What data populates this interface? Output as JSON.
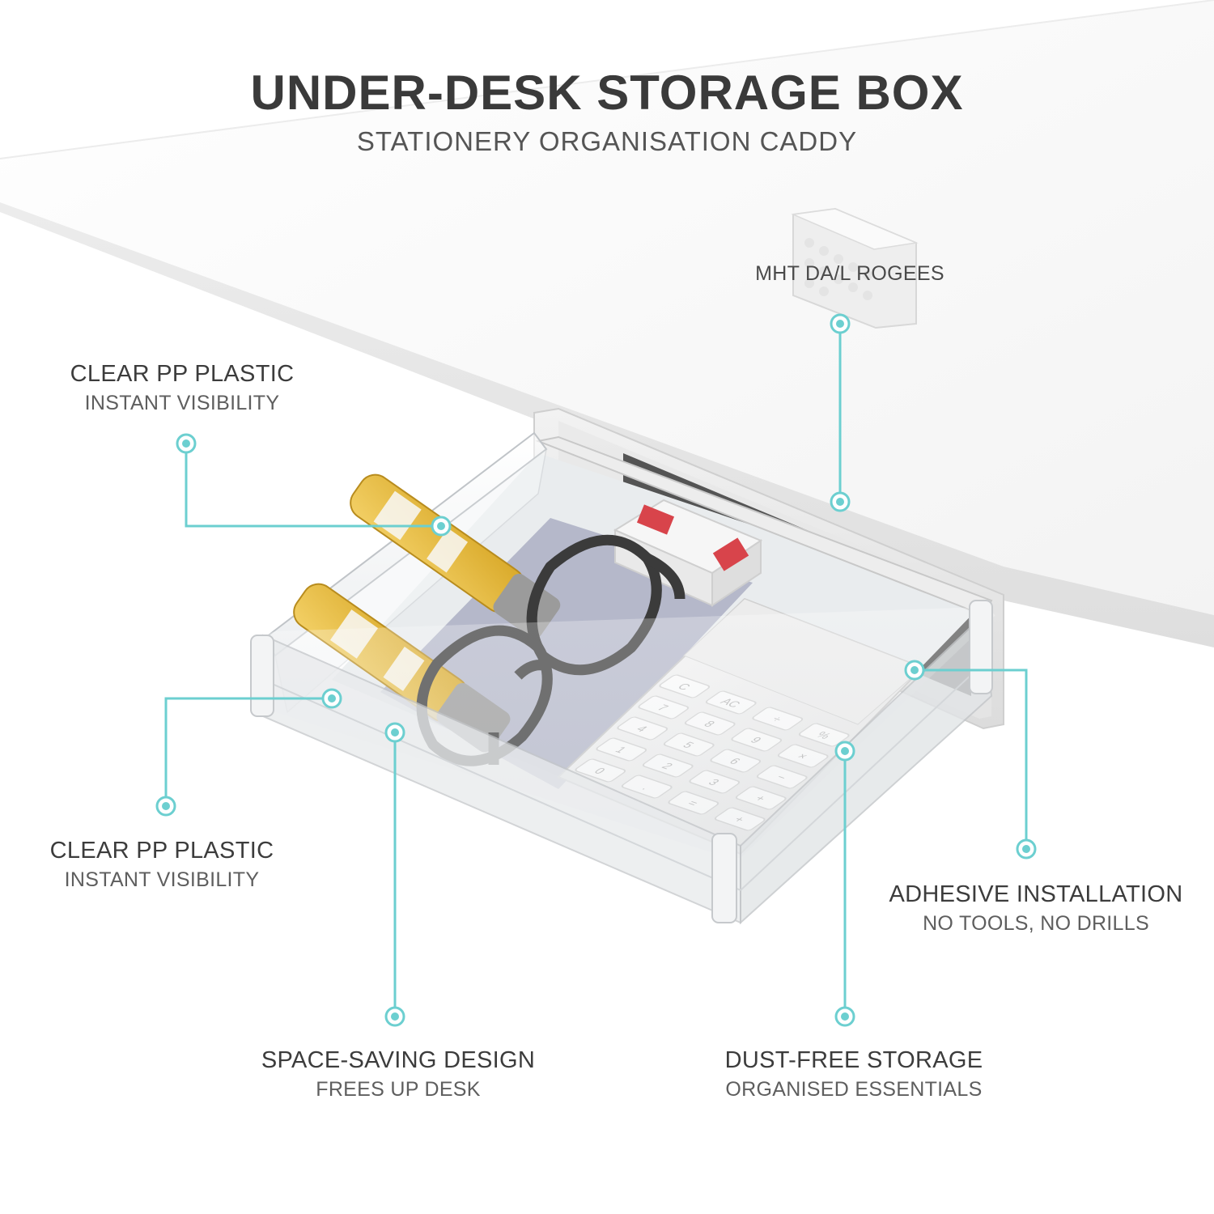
{
  "header": {
    "title": "UNDER-DESK STORAGE BOX",
    "subtitle": "STATIONERY ORGANISATION CADDY"
  },
  "callouts": [
    {
      "heading": "MHT DA/L ROGEES",
      "sub": ""
    },
    {
      "heading": "CLEAR PP PLASTIC",
      "sub": "INSTANT VISIBILITY"
    },
    {
      "heading": "CLEAR PP PLASTIC",
      "sub": "INSTANT VISIBILITY"
    },
    {
      "heading": "ADHESIVE INSTALLATION",
      "sub": "NO TOOLS, NO DRILLS"
    },
    {
      "heading": "SPACE-SAVING DESIGN",
      "sub": "FREES UP DESK"
    },
    {
      "heading": "DUST-FREE STORAGE",
      "sub": "ORGANISED ESSENTIALS"
    }
  ],
  "calculator_keys": [
    "C",
    "AC",
    "÷",
    "%",
    "7",
    "8",
    "9",
    "×",
    "4",
    "5",
    "6",
    "−",
    "1",
    "2",
    "3",
    "+",
    "0",
    ".",
    "=",
    "+"
  ],
  "colors": {
    "accent": "#6ccfd0",
    "desk": "#f4f4f4",
    "text": "#3f3f3f"
  }
}
